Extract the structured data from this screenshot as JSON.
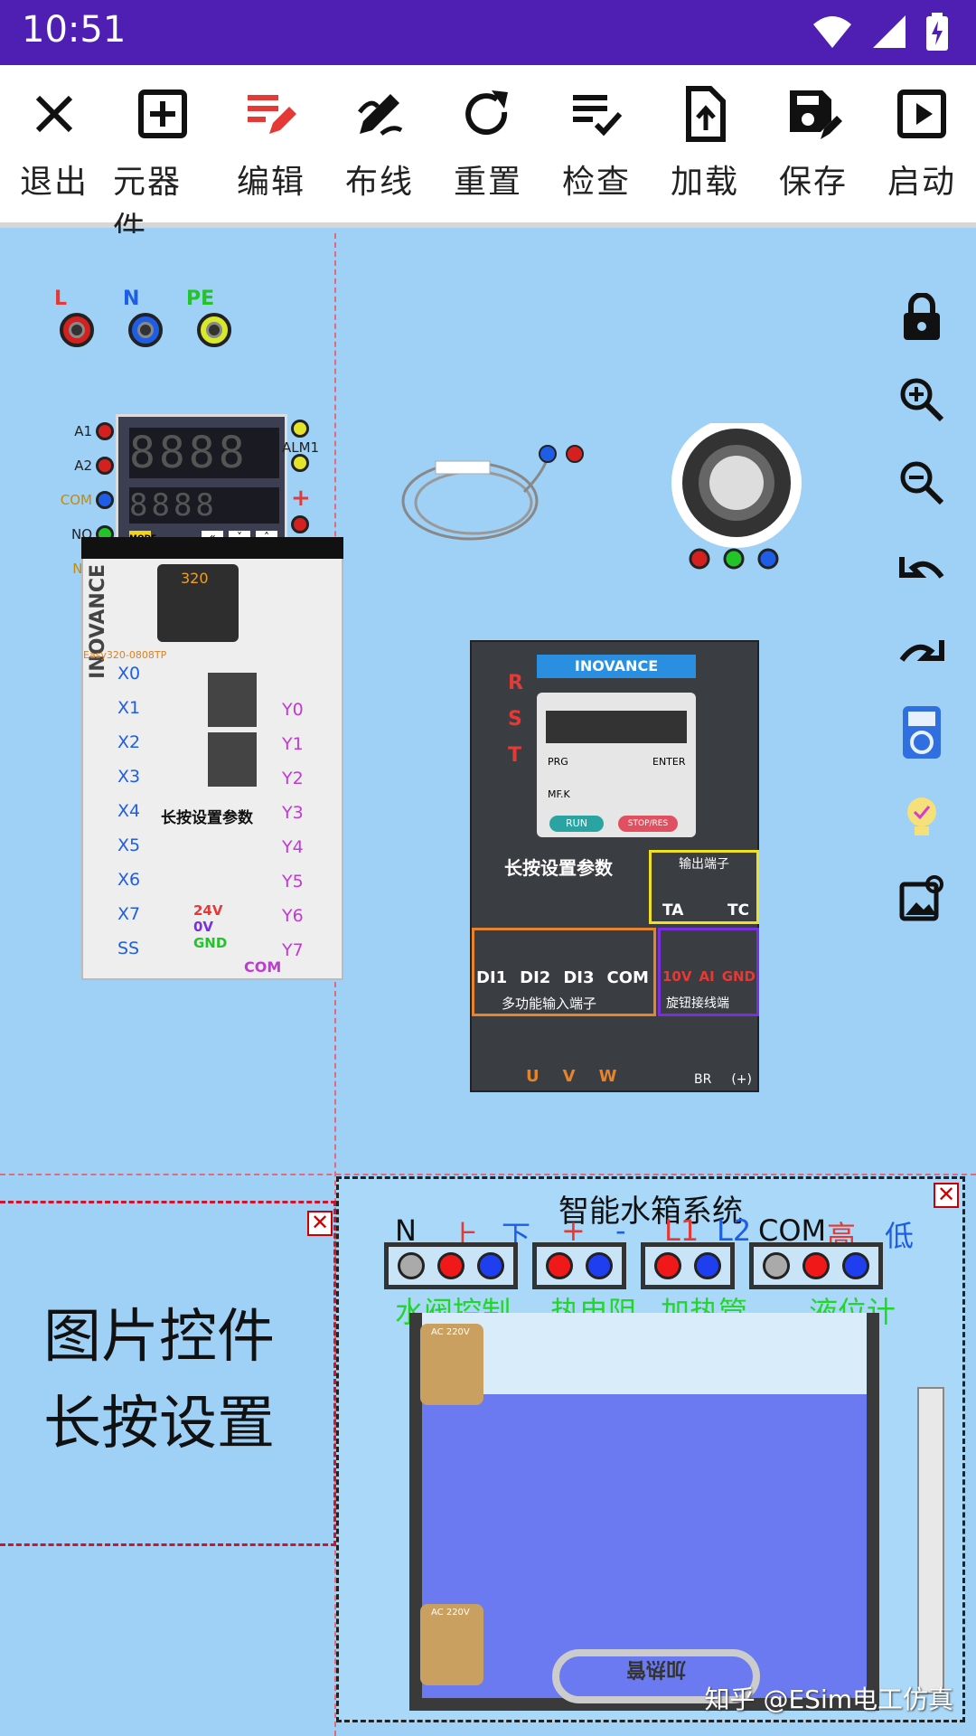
{
  "status": {
    "time": "10:51"
  },
  "toolbar": {
    "items": [
      {
        "label": "退出",
        "icon": "close-icon"
      },
      {
        "label": "元器件",
        "icon": "add-box-icon"
      },
      {
        "label": "编辑",
        "icon": "edit-list-icon"
      },
      {
        "label": "布线",
        "icon": "draw-icon"
      },
      {
        "label": "重置",
        "icon": "refresh-icon"
      },
      {
        "label": "检查",
        "icon": "checklist-icon"
      },
      {
        "label": "加载",
        "icon": "upload-file-icon"
      },
      {
        "label": "保存",
        "icon": "save-icon"
      },
      {
        "label": "启动",
        "icon": "play-icon"
      }
    ]
  },
  "power": {
    "l": "L",
    "n": "N",
    "pe": "PE"
  },
  "controller": {
    "left_pins": [
      "A1",
      "A2",
      "COM",
      "NO",
      "NC"
    ],
    "right_pin": "ALM1",
    "plus": "+",
    "minus": "-",
    "mode": "MODE"
  },
  "plc": {
    "brand": "INOVANCE",
    "model": "320",
    "model_full": "Easy320-0808TP",
    "inputs": [
      "X0",
      "X1",
      "X2",
      "X3",
      "X4",
      "X5",
      "X6",
      "X7",
      "SS"
    ],
    "outputs": [
      "Y0",
      "Y1",
      "Y2",
      "Y3",
      "Y4",
      "Y5",
      "Y6",
      "Y7",
      "COM"
    ],
    "hint": "长按设置参数",
    "power": [
      "24V",
      "0V",
      "GND"
    ]
  },
  "vfd": {
    "brand": "INOVANCE",
    "inputs": [
      "R",
      "S",
      "T"
    ],
    "keys": [
      "PRG",
      "ENTER",
      "MF.K",
      "RUN",
      "STOP/RES"
    ],
    "hint": "长按设置参数",
    "output_title": "输出端子",
    "outputs": [
      "TA",
      "TC"
    ],
    "di": [
      "DI1",
      "DI2",
      "DI3",
      "COM"
    ],
    "di_title": "多功能输入端子",
    "knob": [
      "10V",
      "AI",
      "GND"
    ],
    "knob_title": "旋钮接线端",
    "motor": [
      "U",
      "V",
      "W"
    ],
    "br": [
      "BR",
      "(+)"
    ]
  },
  "image_control": {
    "line1": "图片控件",
    "line2": "长按设置"
  },
  "tank": {
    "title": "智能水箱系统",
    "terminals": [
      "N",
      "上",
      "下",
      "+",
      "-",
      "L1",
      "L2",
      "COM",
      "高",
      "低"
    ],
    "groups": [
      "水阀控制",
      "热电阻",
      "加热管",
      "液位计"
    ],
    "valve_label": "AC 220V",
    "heater_text": "加热管",
    "watermark": "知乎 @ESim电工仿真"
  },
  "colors": {
    "statusbar": "#4f1fb3",
    "canvas": "#9fd0f6",
    "accent_red": "#e53935"
  }
}
